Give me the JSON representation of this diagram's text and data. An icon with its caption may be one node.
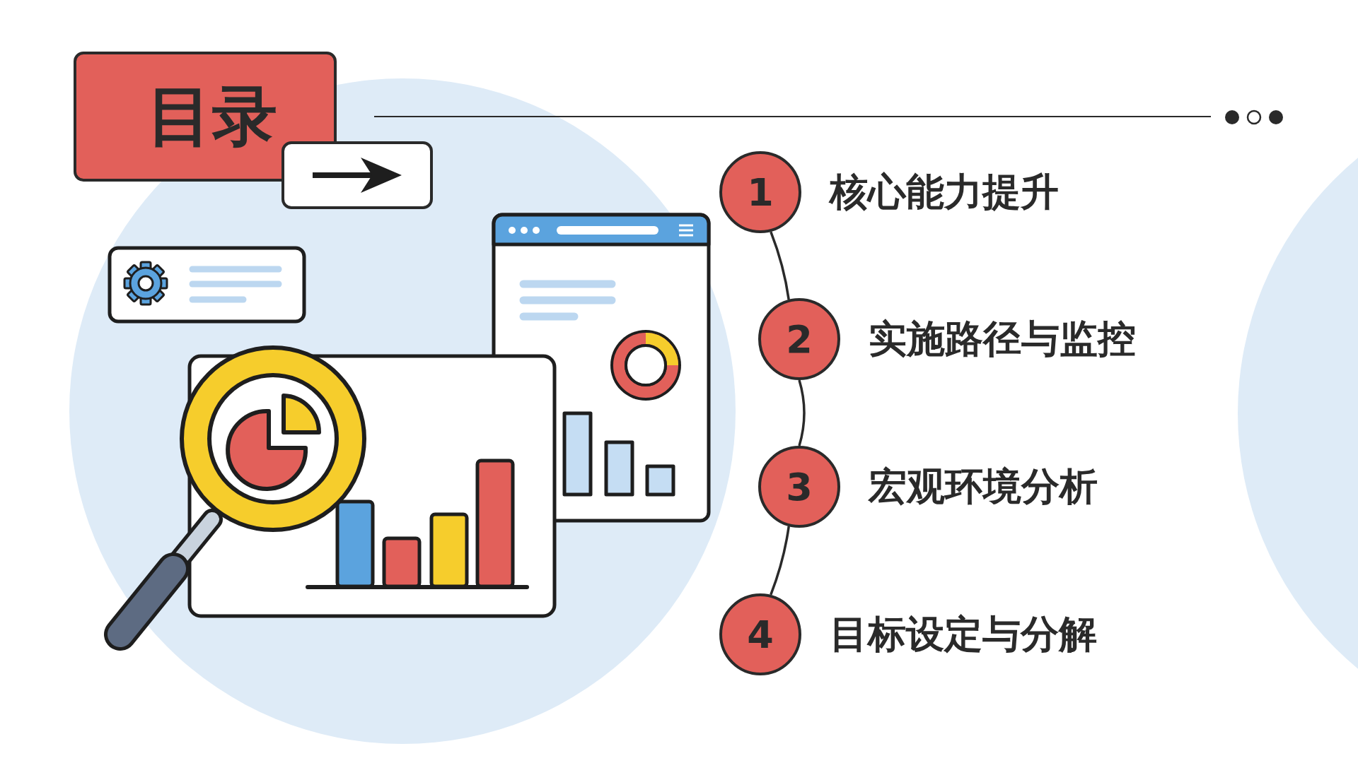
{
  "diagram": {
    "title": "目录",
    "nodes": [
      {
        "text": [
          "1"
        ],
        "beside": [
          "核心能力提升"
        ]
      },
      {
        "text": [
          "2"
        ],
        "beside": [
          "实施路径与监控"
        ]
      },
      {
        "text": [
          "3"
        ],
        "beside": [
          "宏观环境分析"
        ]
      },
      {
        "text": [
          "4"
        ],
        "beside": [
          "目标设定与分解"
        ]
      }
    ],
    "edges": [
      {
        "from": 0,
        "to": 1,
        "arrow": "none"
      },
      {
        "from": 1,
        "to": 2,
        "arrow": "none"
      },
      {
        "from": 2,
        "to": 3,
        "arrow": "none"
      }
    ]
  }
}
